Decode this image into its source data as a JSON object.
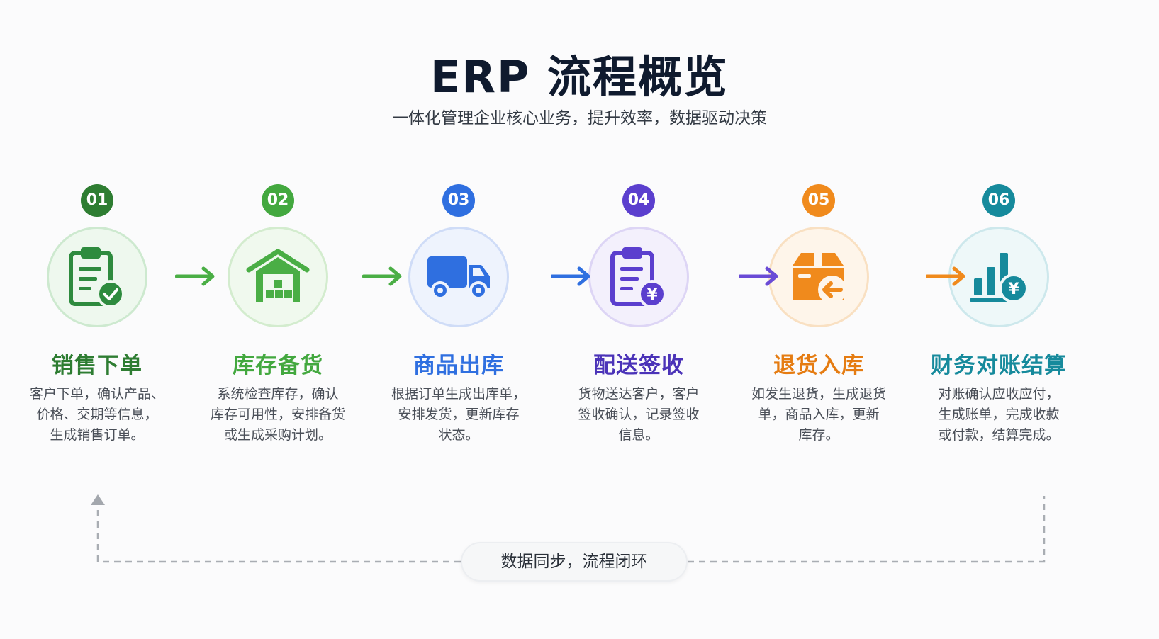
{
  "title": "ERP 流程概览",
  "subtitle": "一体化管理企业核心业务，提升效率，数据驱动决策",
  "colors": {
    "step1": "#2e8b3e",
    "step2": "#4aae45",
    "step3": "#2f6fe0",
    "step4": "#5b3fce",
    "step5": "#f08a1c",
    "step6": "#168a9c"
  },
  "steps": [
    {
      "number": "01",
      "title": "销售下单",
      "desc": [
        "客户下单，确认产品、",
        "价格、交期等信息，",
        "生成销售订单。"
      ],
      "icon": "clipboard-check-icon"
    },
    {
      "number": "02",
      "title": "库存备货",
      "desc": [
        "系统检查库存，确认",
        "库存可用性，安排备货",
        "或生成采购计划。"
      ],
      "icon": "warehouse-icon"
    },
    {
      "number": "03",
      "title": "商品出库",
      "desc": [
        "根据订单生成出库单，",
        "安排发货，更新库存",
        "状态。"
      ],
      "icon": "truck-icon"
    },
    {
      "number": "04",
      "title": "配送签收",
      "desc": [
        "货物送达客户，客户",
        "签收确认，记录签收",
        "信息。"
      ],
      "icon": "clipboard-yen-icon"
    },
    {
      "number": "05",
      "title": "退货入库",
      "desc": [
        "如发生退货，生成退货",
        "单，商品入库，更新",
        "库存。"
      ],
      "icon": "return-box-icon"
    },
    {
      "number": "06",
      "title": "财务对账结算",
      "desc": [
        "对账确认应收应付，",
        "生成账单，完成收款",
        "或付款，结算完成。"
      ],
      "icon": "chart-yen-icon"
    }
  ],
  "loop_label": "数据同步，流程闭环"
}
